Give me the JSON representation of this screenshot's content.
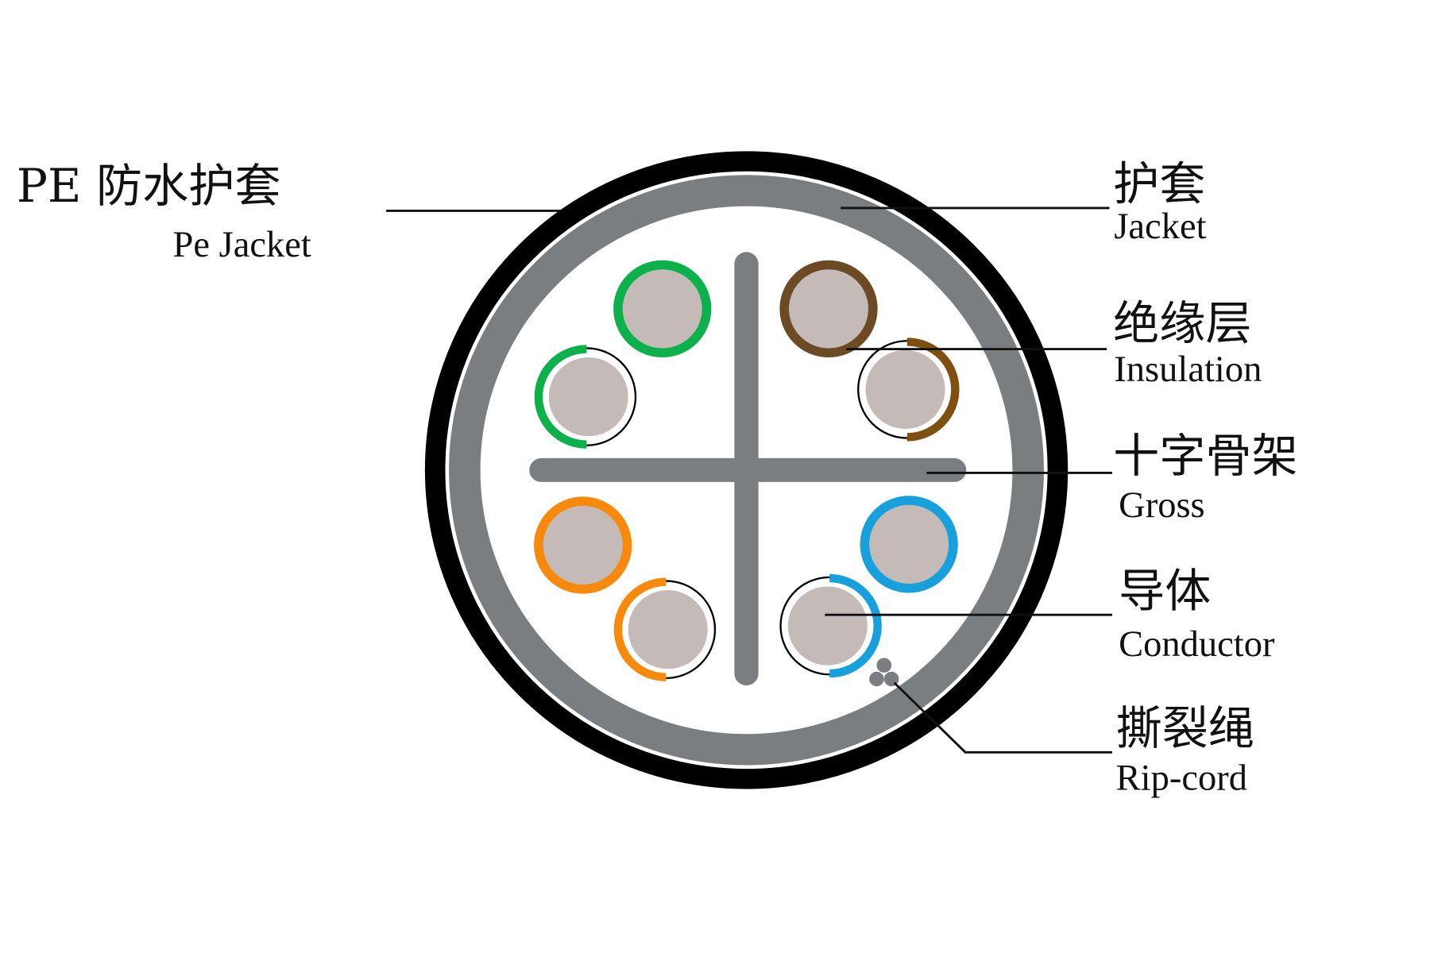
{
  "labels": {
    "pe_jacket": {
      "zh": "PE 防水护套",
      "en": "Pe Jacket"
    },
    "jacket": {
      "zh": "护套",
      "en": "Jacket"
    },
    "insulation": {
      "zh": "绝缘层",
      "en": "Insulation"
    },
    "gross": {
      "zh": "十字骨架",
      "en": "Gross"
    },
    "conductor": {
      "zh": "导体",
      "en": "Conductor"
    },
    "rip_cord": {
      "zh": "撕裂绳",
      "en": "Rip-cord"
    }
  },
  "colors": {
    "outer_jacket": "#000000",
    "jacket": "#7b7e81",
    "cross": "#7b7e81",
    "conductor": "#c4bbb9",
    "green": "#0db14b",
    "brown": "#6b4a24",
    "brown_stripe": "#7f4f12",
    "orange": "#f7890c",
    "blue": "#17a0dc"
  }
}
